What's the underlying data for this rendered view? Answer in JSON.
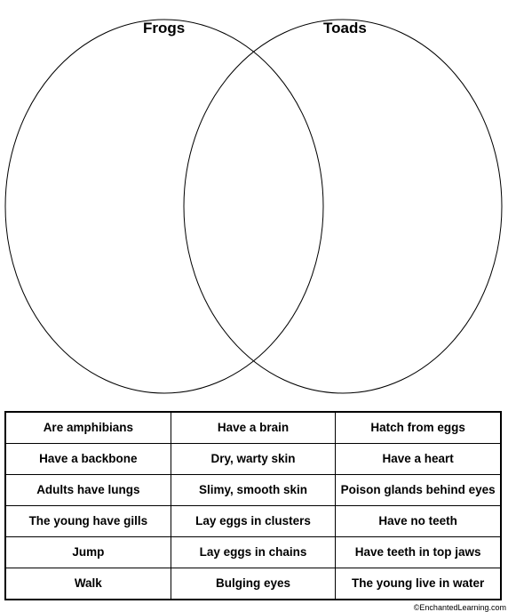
{
  "venn": {
    "left_label": "Frogs",
    "right_label": "Toads"
  },
  "traits": {
    "rows": [
      [
        "Are amphibians",
        "Have a brain",
        "Hatch from eggs"
      ],
      [
        "Have a backbone",
        "Dry, warty skin",
        "Have a heart"
      ],
      [
        "Adults have lungs",
        "Slimy, smooth skin",
        "Poison glands behind eyes"
      ],
      [
        "The young have gills",
        "Lay eggs in clusters",
        "Have no teeth"
      ],
      [
        "Jump",
        "Lay eggs in chains",
        "Have teeth in top jaws"
      ],
      [
        "Walk",
        "Bulging eyes",
        "The young live in water"
      ]
    ]
  },
  "credit": "©EnchantedLearning.com"
}
